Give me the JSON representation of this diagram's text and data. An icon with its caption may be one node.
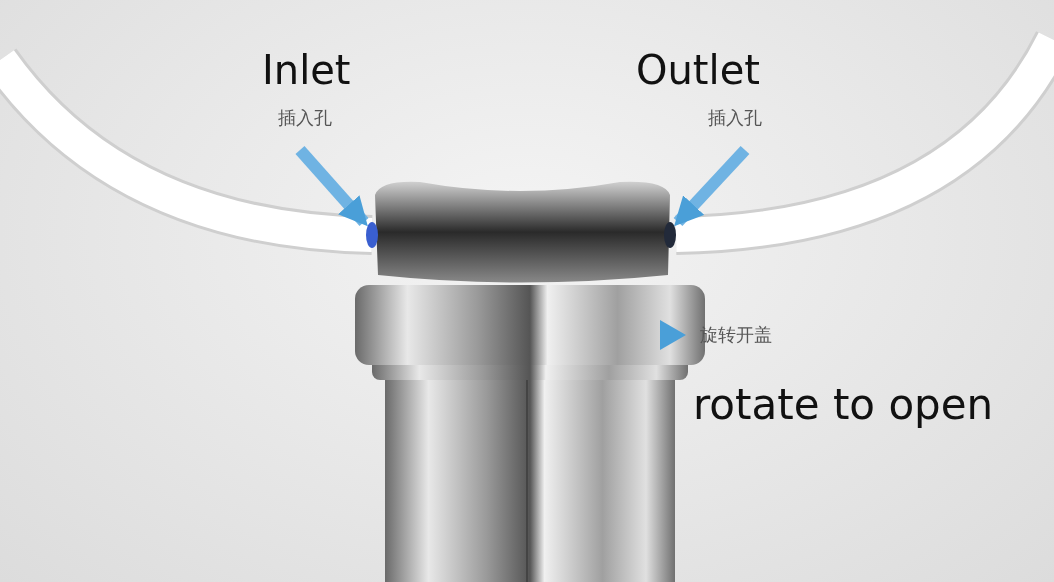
{
  "diagram": {
    "nodes": [
      {
        "text": [
          "Inlet",
          "插入孔"
        ]
      },
      {
        "text": [],
        "shape": "circle"
      },
      {
        "text": [
          "Outlet",
          "插入孔"
        ]
      },
      {
        "text": [],
        "shape": "circle"
      }
    ],
    "edges": [
      {
        "from": 0,
        "to": 1,
        "arrow": "to"
      },
      {
        "from": 2,
        "to": 3,
        "arrow": "to"
      }
    ],
    "labels": [
      "旋转开盖",
      "rotate to open"
    ]
  }
}
